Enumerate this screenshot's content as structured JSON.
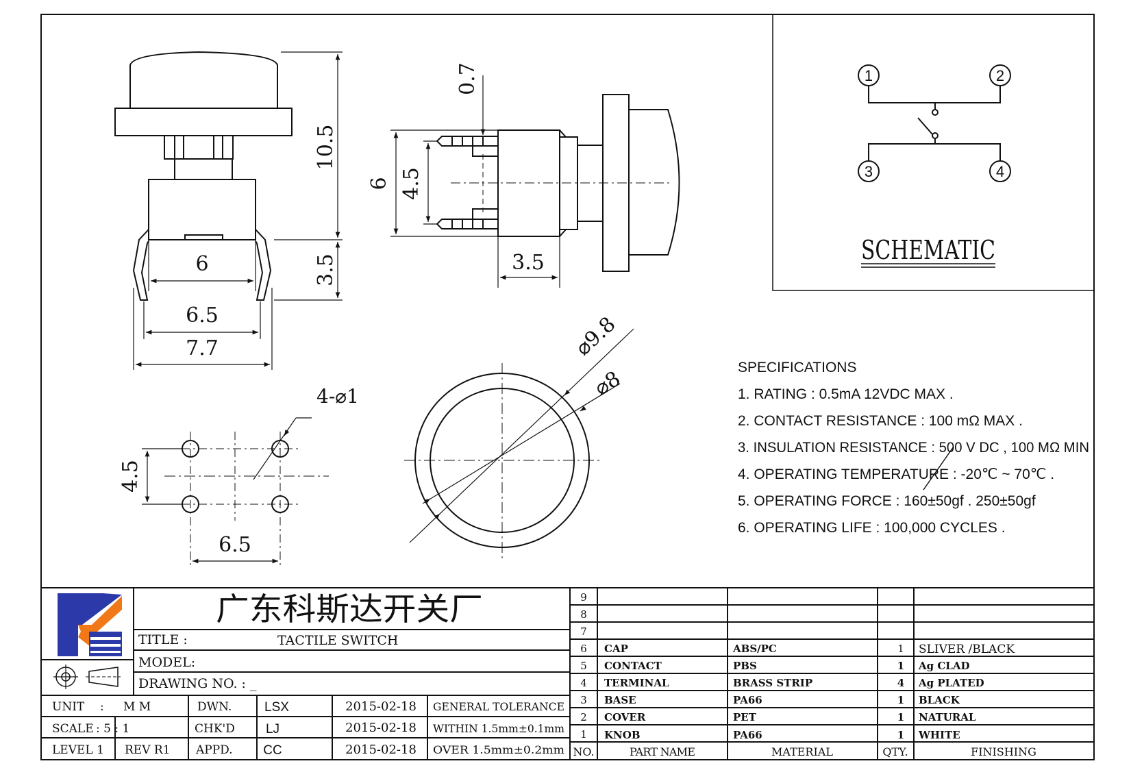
{
  "dimensions": {
    "height_10_5": "10.5",
    "height_3_5": "3.5",
    "width_6": "6",
    "width_6_5": "6.5",
    "width_7_7": "7.7",
    "side_0_7": "0.7",
    "side_6": "6",
    "side_4_5": "4.5",
    "side_3_5": "3.5",
    "holes_label": "4-⌀1",
    "holes_4_5": "4.5",
    "holes_6_5": "6.5",
    "dia_9_8": "⌀9.8",
    "dia_8": "⌀8"
  },
  "schematic": {
    "pins": [
      "1",
      "2",
      "3",
      "4"
    ],
    "label": "SCHEMATIC"
  },
  "specifications": {
    "heading": "SPECIFICATIONS",
    "items": [
      "1. RATING : 0.5mA 12VDC MAX .",
      "2. CONTACT RESISTANCE : 100 mΩ MAX .",
      "3. INSULATION RESISTANCE : 500 V DC , 100 MΩ MIN",
      "4. OPERATING TEMPERATURE : -20℃ ~ 70℃ .",
      "5. OPERATING FORCE : 160±50gf . 250±50gf",
      "6. OPERATING LIFE : 100,000 CYCLES ."
    ]
  },
  "title_block": {
    "company": "广东科斯达开关厂",
    "title_label": "TITLE :",
    "title_value": "TACTILE SWITCH",
    "model_label": "MODEL:",
    "drawing_label": "DRAWING NO. : _",
    "unit_label": "UNIT",
    "unit_colon": ":",
    "unit_value": "M M",
    "scale_label": "SCALE",
    "scale_value": ": 5 : 1",
    "level_label": "LEVEL 1",
    "rev_label": "REV R1",
    "dwn_label": "DWN.",
    "chk_label": "CHK'D",
    "appd_label": "APPD.",
    "dwn_name": "LSX",
    "chk_name": "LJ",
    "appd_name": "CC",
    "dwn_date": "2015-02-18",
    "chk_date": "2015-02-18",
    "appd_date": "2015-02-18",
    "tol_title": "GENERAL TOLERANCE",
    "tol_within": "WITHIN 1.5mm±0.1mm",
    "tol_over": "OVER  1.5mm±0.2mm"
  },
  "bom": {
    "headers": {
      "no": "NO.",
      "part": "PART NAME",
      "material": "MATERIAL",
      "qty": "QTY.",
      "finishing": "FINISHING"
    },
    "rows": [
      {
        "no": "9",
        "part": "",
        "material": "",
        "qty": "",
        "finishing": ""
      },
      {
        "no": "8",
        "part": "",
        "material": "",
        "qty": "",
        "finishing": ""
      },
      {
        "no": "7",
        "part": "",
        "material": "",
        "qty": "",
        "finishing": ""
      },
      {
        "no": "6",
        "part": "CAP",
        "material": "ABS/PC",
        "qty": "1",
        "finishing": "SLIVER /BLACK"
      },
      {
        "no": "5",
        "part": "CONTACT",
        "material": "PBS",
        "qty": "1",
        "finishing": "Ag CLAD"
      },
      {
        "no": "4",
        "part": "TERMINAL",
        "material": "BRASS STRIP",
        "qty": "4",
        "finishing": "Ag PLATED"
      },
      {
        "no": "3",
        "part": "BASE",
        "material": "PA66",
        "qty": "1",
        "finishing": "BLACK"
      },
      {
        "no": "2",
        "part": "COVER",
        "material": "PET",
        "qty": "1",
        "finishing": "NATURAL"
      },
      {
        "no": "1",
        "part": "KNOB",
        "material": "PA66",
        "qty": "1",
        "finishing": "WHITE"
      }
    ]
  },
  "colors": {
    "logo_blue": "#2b3aa8",
    "logo_orange": "#f07818",
    "line": "#111111"
  }
}
